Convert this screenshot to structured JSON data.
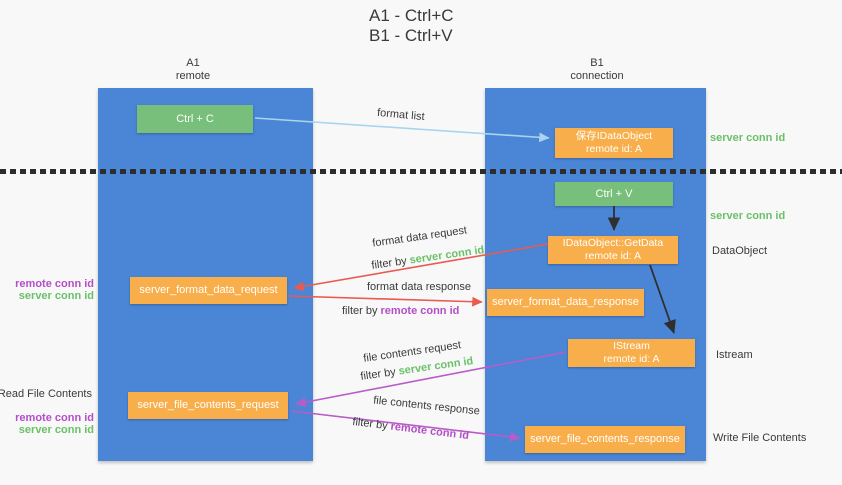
{
  "title": {
    "line1": "A1 - Ctrl+C",
    "line2": "B1 - Ctrl+V"
  },
  "lanes": {
    "left": {
      "name": "A1",
      "role": "remote"
    },
    "right": {
      "name": "B1",
      "role": "connection"
    }
  },
  "nodes": {
    "ctrl_c": {
      "label": "Ctrl + C"
    },
    "save_dataobject": {
      "line1": "保存IDataObject",
      "line2": "remote id: A"
    },
    "ctrl_v": {
      "label": "Ctrl + V"
    },
    "getdata": {
      "line1": "IDataObject::GetData",
      "line2": "remote id: A"
    },
    "format_request": {
      "label": "server_format_data_request"
    },
    "format_response": {
      "label": "server_format_data_response"
    },
    "istream": {
      "line1": "IStream",
      "line2": "remote id: A"
    },
    "file_request": {
      "label": "server_file_contents_request"
    },
    "file_response": {
      "label": "server_file_contents_response"
    }
  },
  "edge_labels": {
    "format_list": "format list",
    "format_data_request": "format data request",
    "format_data_response": "format data response",
    "file_contents_request": "file contents request",
    "file_contents_response": "file contents response",
    "filter_by": "filter by ",
    "server_conn_id": "server conn id",
    "remote_conn_id": "remote conn id"
  },
  "side_labels": {
    "right_server_conn_id_top": "server conn id",
    "right_server_conn_id_mid": "server conn id",
    "right_dataobject": "DataObject",
    "right_istream": "Istream",
    "right_write_file_contents": "Write File Contents",
    "left_remote_conn_id_top": "remote conn id",
    "left_server_conn_id_top": "server conn id",
    "left_read_file_contents": "Read File Contents",
    "left_remote_conn_id_bottom": "remote conn id",
    "left_server_conn_id_bottom": "server conn id"
  },
  "colors": {
    "lane_blue": "#4a85d6",
    "node_green": "#77bf7a",
    "node_orange": "#f8ae4a",
    "arrow_red": "#ea5a50",
    "arrow_purple": "#b85cc8",
    "arrow_light_blue": "#a9d4ef",
    "arrow_black": "#2f2f2f",
    "text_green": "#69c167",
    "text_purple": "#b44ec8",
    "text_dark": "#3a3a3a",
    "background": "#f8f8f8"
  }
}
